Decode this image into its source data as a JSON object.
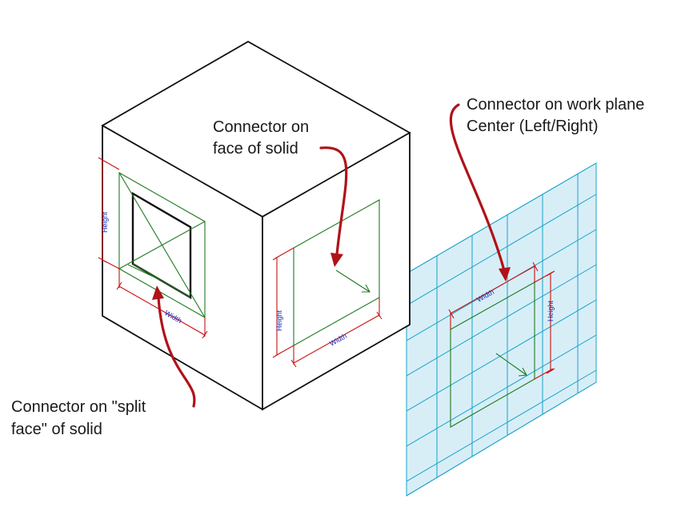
{
  "callouts": {
    "face_of_solid": [
      "Connector on",
      "face of solid"
    ],
    "split_face": [
      "Connector on \"split",
      "face\" of solid"
    ],
    "work_plane": [
      "Connector on work plane",
      "Center (Left/Right)"
    ]
  },
  "dimension_labels": {
    "height": "Height",
    "width": "Width"
  },
  "colors": {
    "connector": "#1f7a1f",
    "dimension": "#cc1111",
    "dimension_text": "#1a2fb0",
    "work_plane": "#1aa3c8",
    "work_plane_fill": "#d7eef7",
    "callout_arrow": "#b01218"
  }
}
